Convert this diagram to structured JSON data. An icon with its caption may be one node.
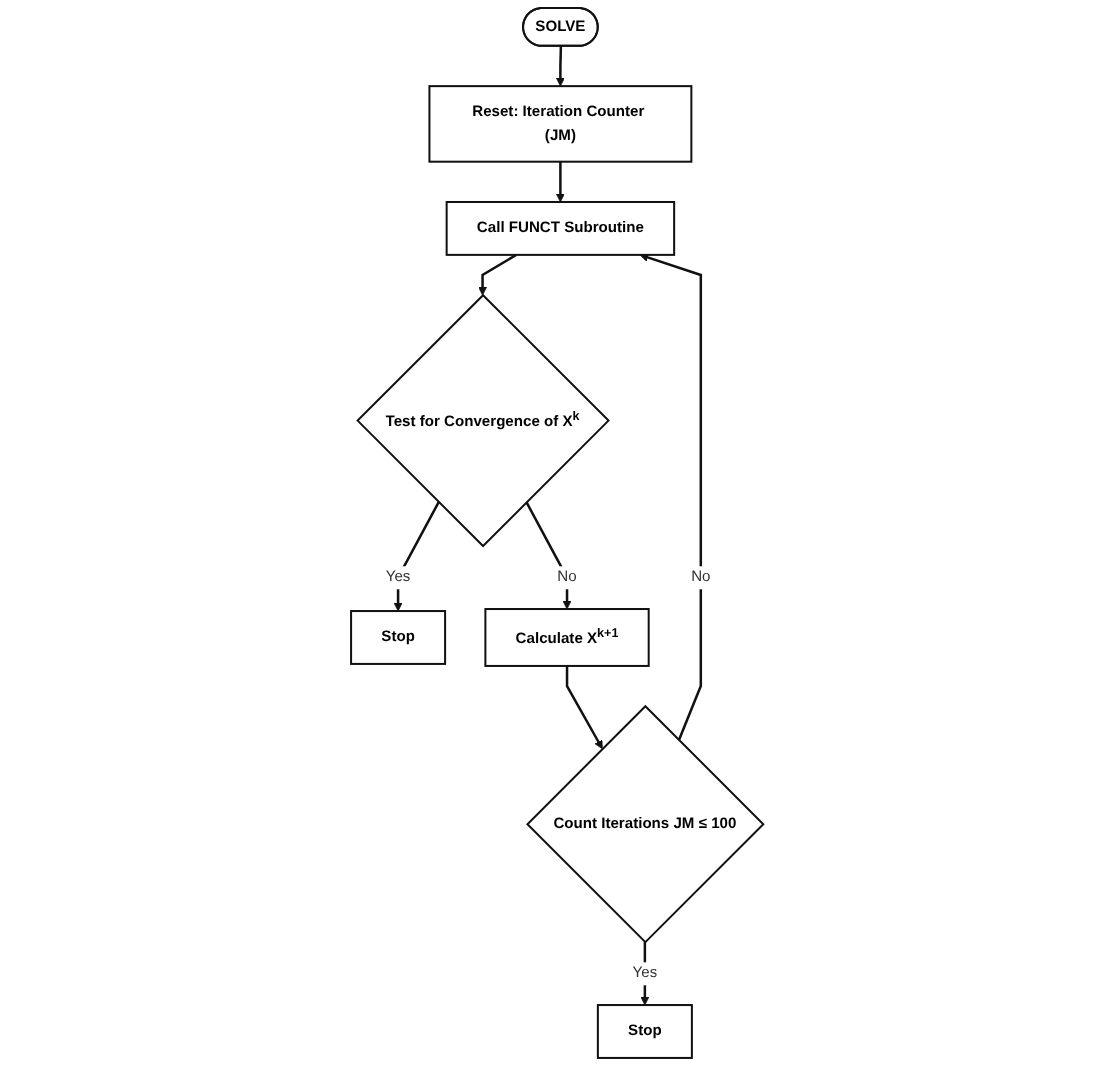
{
  "diagram": {
    "nodes": [
      {
        "text": [
          "SOLVE"
        ]
      },
      {
        "text": [
          "Reset: Iteration Counter (JM)"
        ]
      },
      {
        "text": [
          "Call FUNCT Subroutine"
        ]
      },
      {
        "text": [
          "Test for Convergence of X$^{k}$"
        ]
      },
      {
        "text": [
          "Stop"
        ]
      },
      {
        "text": [
          "Calculate X$^{k+1}$"
        ]
      },
      {
        "text": [
          "Count Iterations JM ≤ 100"
        ]
      },
      {
        "text": [
          "Stop"
        ]
      }
    ],
    "edges": [
      {
        "from": 0,
        "to": 1,
        "arrow": "to"
      },
      {
        "from": 1,
        "to": 2,
        "arrow": "to"
      },
      {
        "from": 2,
        "to": 3,
        "arrow": "to"
      },
      {
        "from": 3,
        "to": 4,
        "label": "Yes",
        "arrow": "to"
      },
      {
        "from": 3,
        "to": 5,
        "label": "No",
        "arrow": "to"
      },
      {
        "from": 5,
        "to": 6,
        "arrow": "to"
      },
      {
        "from": 6,
        "to": 2,
        "label": "No",
        "arrow": "to"
      },
      {
        "from": 6,
        "to": 7,
        "label": "Yes",
        "arrow": "to"
      }
    ]
  }
}
